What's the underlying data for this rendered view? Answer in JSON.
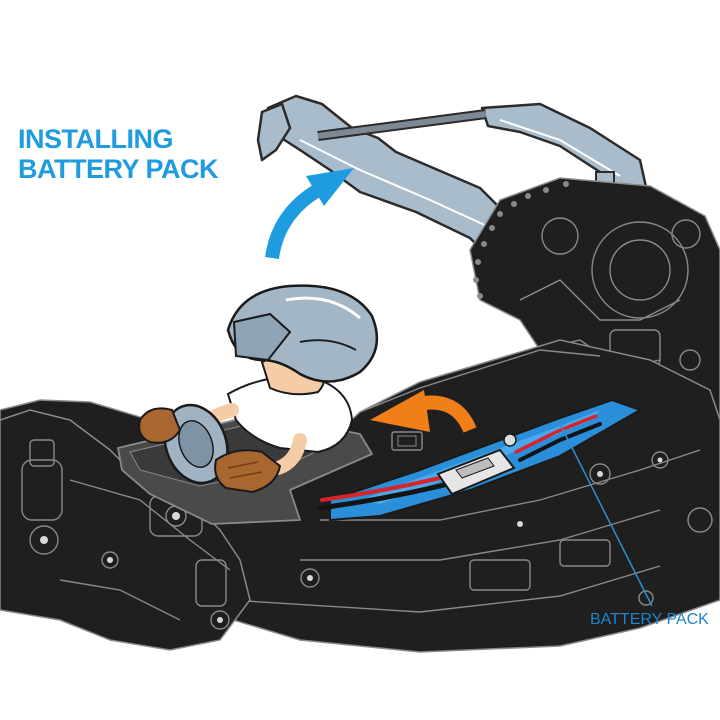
{
  "title": {
    "line1": "INSTALLING",
    "line2": "BATTERY PACK"
  },
  "callout": {
    "label": "BATTERY PACK"
  },
  "colors": {
    "title": "#1f9be0",
    "callout_text": "#1f84c9",
    "lift_arrow": "#1f9be0",
    "insert_arrow": "#f07f1a",
    "chassis": "#1f1f1f",
    "chassis_line": "#8a8a8a",
    "body_mount": "#a9bccb",
    "battery_tray": "#2a8fd8",
    "helmet": "#a3b6c6",
    "glove": "#a8672f",
    "wire_red": "#d8232a",
    "wire_black": "#141414"
  },
  "icons": {
    "lift_arrow": "curved-arrow-up-right-icon",
    "insert_arrow": "curved-arrow-left-icon"
  }
}
